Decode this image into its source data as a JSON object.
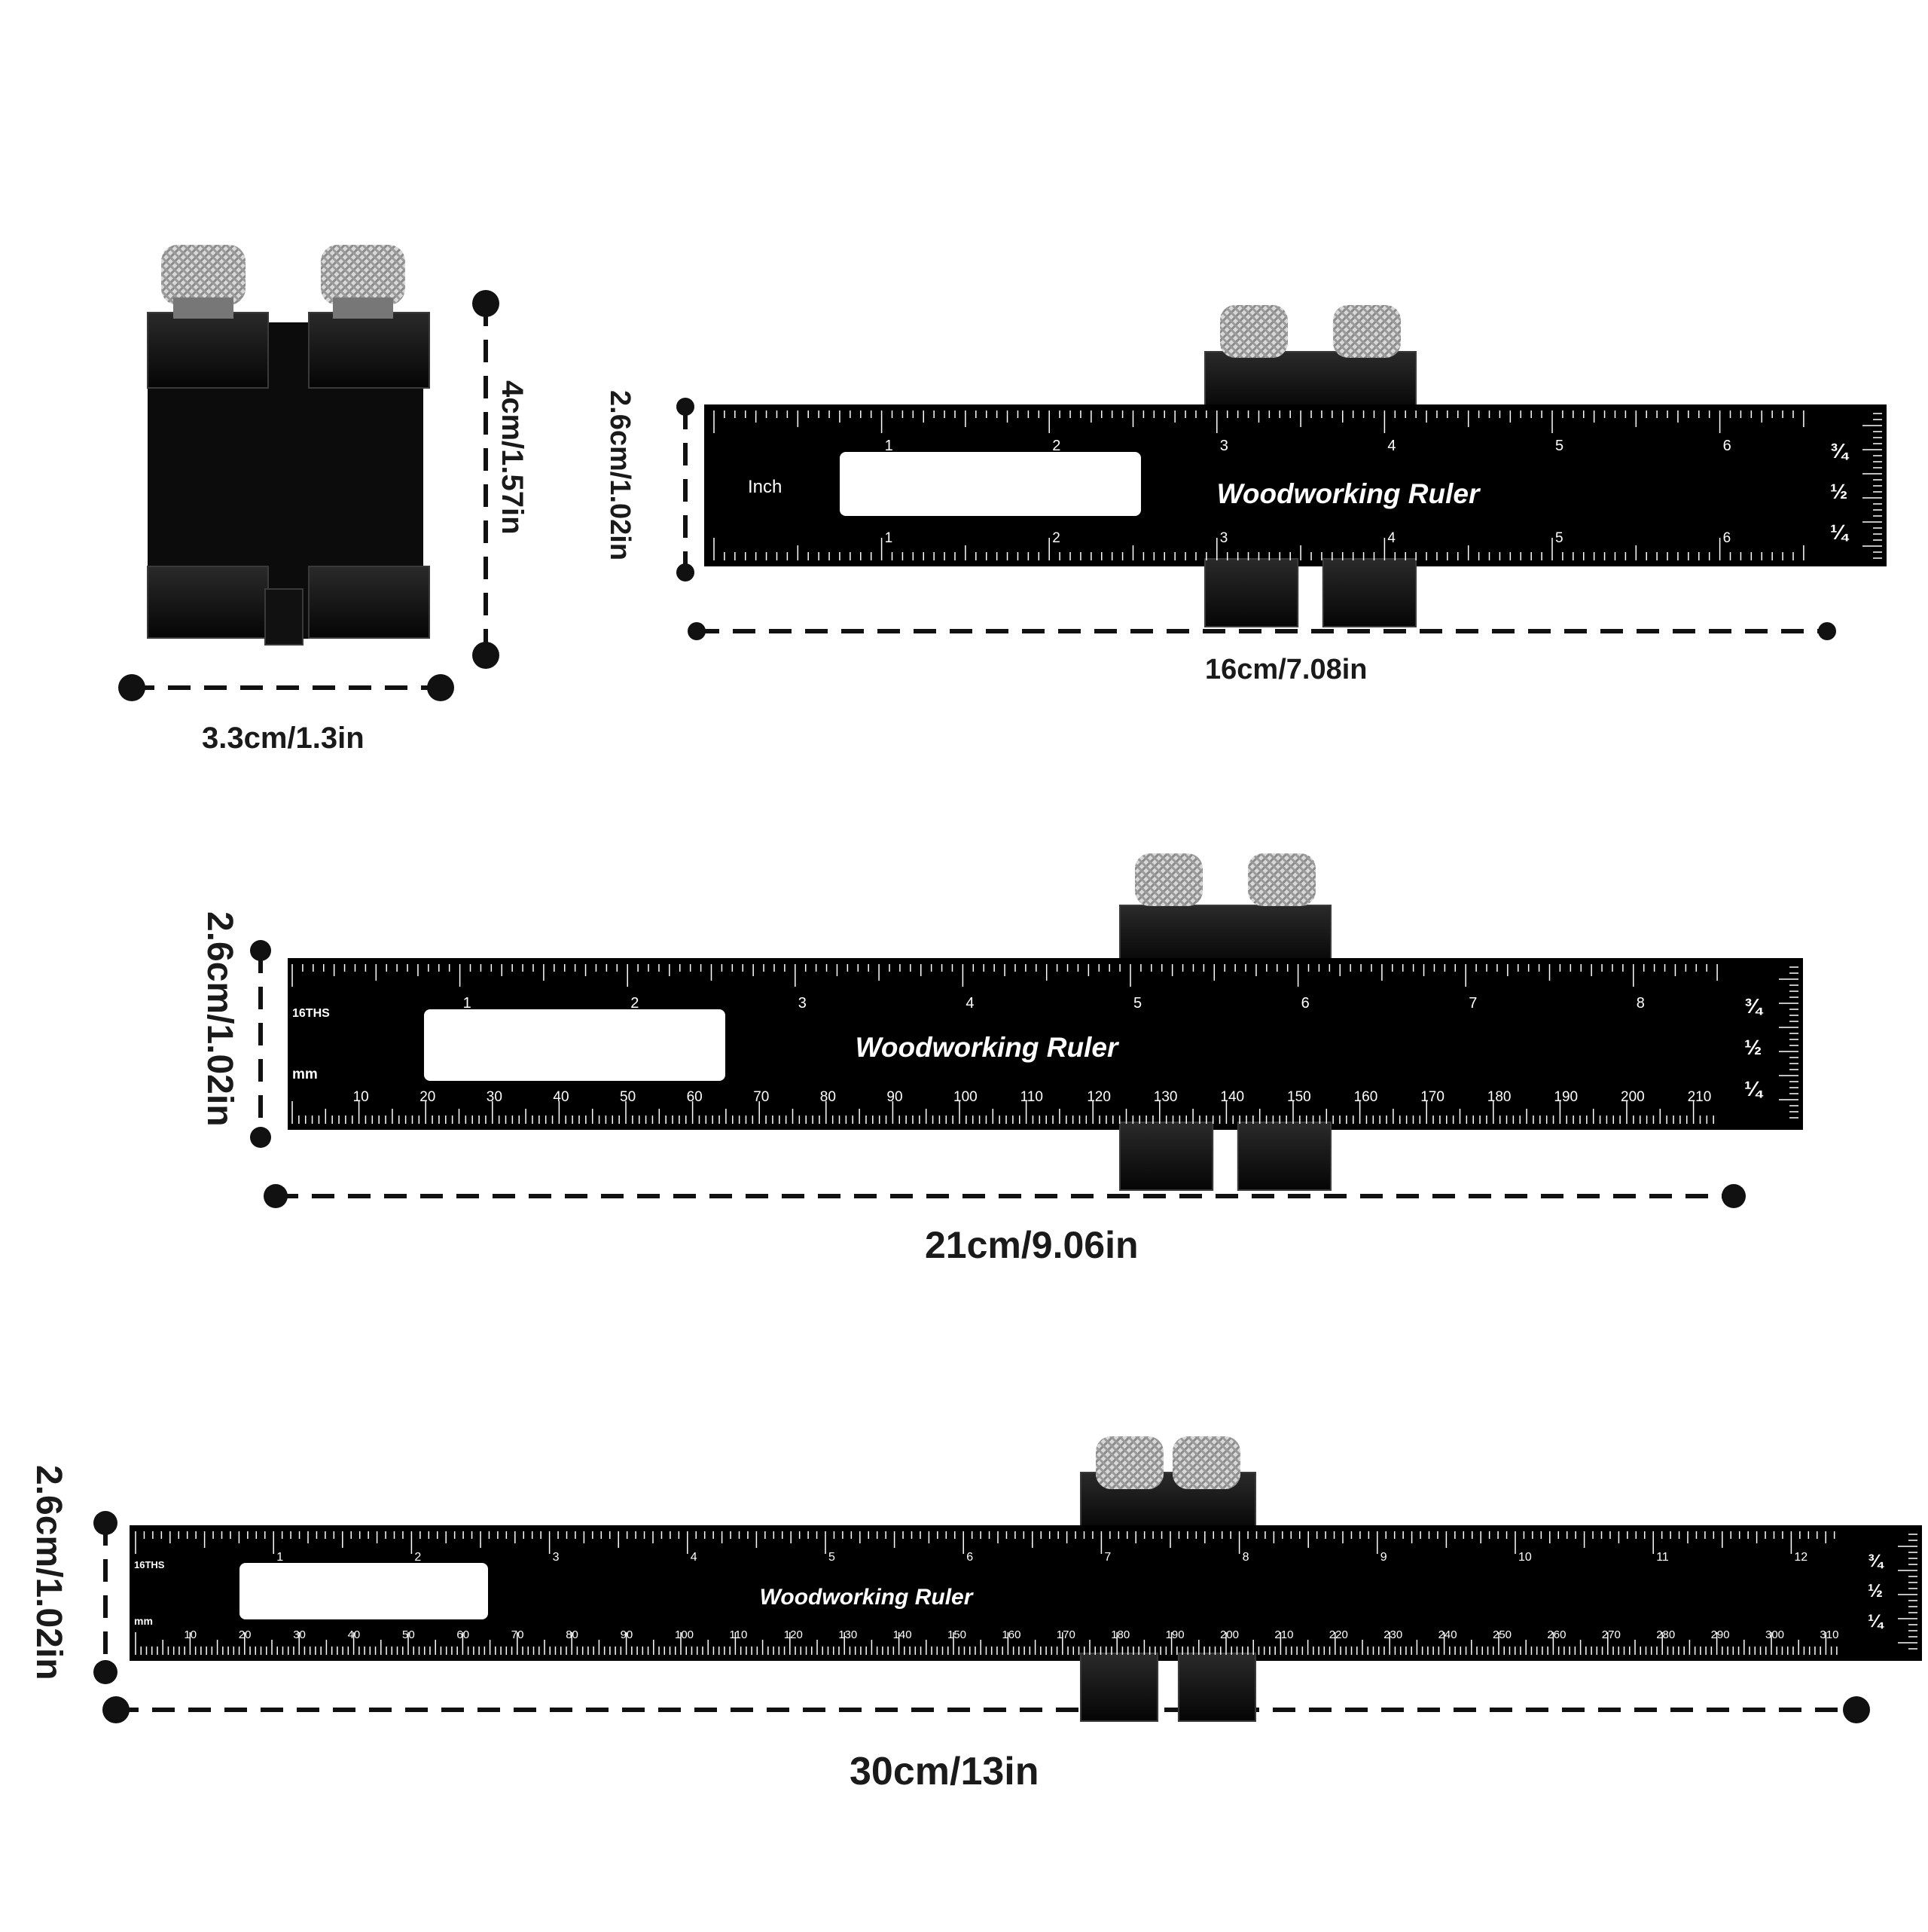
{
  "colors": {
    "ruler": "#000000",
    "window": "#ffffff",
    "knob": "#c8c8c8",
    "dim": "#111111"
  },
  "slider_block": {
    "height_label": "4cm/1.57in",
    "width_label": "3.3cm/1.3in"
  },
  "rulers": [
    {
      "id": "r16",
      "title": "Woodworking Ruler",
      "length_label": "16cm/7.08in",
      "height_label": "2.6cm/1.02in",
      "unit_label": "Inch",
      "top_numbers": [
        "1",
        "2",
        "3",
        "4",
        "5",
        "6"
      ],
      "bottom_numbers": [
        "1",
        "2",
        "3",
        "4",
        "5",
        "6"
      ],
      "fractions": [
        "¾",
        "½",
        "¼"
      ]
    },
    {
      "id": "r21",
      "title": "Woodworking Ruler",
      "length_label": "21cm/9.06in",
      "height_label": "2.6cm/1.02in",
      "top_unit": "16THS",
      "bottom_unit": "mm",
      "top_numbers": [
        "1",
        "2",
        "3",
        "4",
        "5",
        "6",
        "7",
        "8"
      ],
      "bottom_numbers": [
        "10",
        "20",
        "30",
        "40",
        "50",
        "60",
        "70",
        "80",
        "90",
        "100",
        "110",
        "120",
        "130",
        "140",
        "150",
        "160",
        "170",
        "180",
        "190",
        "200",
        "210"
      ],
      "fractions": [
        "¾",
        "½",
        "¼"
      ]
    },
    {
      "id": "r30",
      "title": "Woodworking Ruler",
      "length_label": "30cm/13in",
      "height_label": "2.6cm/1.02in",
      "top_unit": "16THS",
      "bottom_unit": "mm",
      "top_numbers": [
        "1",
        "2",
        "3",
        "4",
        "5",
        "6",
        "7",
        "8",
        "9",
        "10",
        "11",
        "12"
      ],
      "bottom_numbers": [
        "10",
        "20",
        "30",
        "40",
        "50",
        "60",
        "70",
        "80",
        "90",
        "100",
        "110",
        "120",
        "130",
        "140",
        "150",
        "160",
        "170",
        "180",
        "190",
        "200",
        "210",
        "220",
        "230",
        "240",
        "250",
        "260",
        "270",
        "280",
        "290",
        "300",
        "310"
      ],
      "fractions": [
        "¾",
        "½",
        "¼"
      ]
    }
  ]
}
